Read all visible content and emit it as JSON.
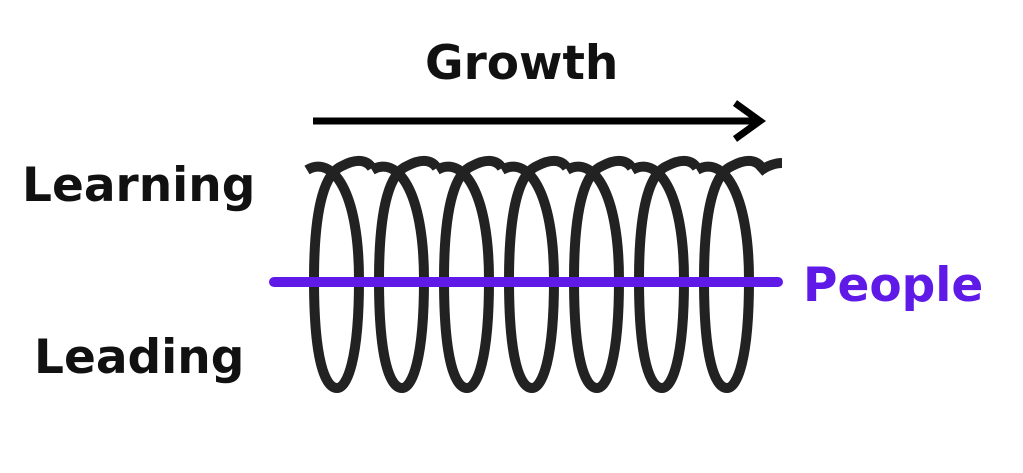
{
  "title": "Growth",
  "labels": {
    "top": "Learning",
    "bottom": "Leading",
    "axis": "People"
  },
  "colors": {
    "spring": "#222222",
    "axis": "#5f1ae8",
    "arrow": "#000000"
  },
  "spring_loops": 7
}
